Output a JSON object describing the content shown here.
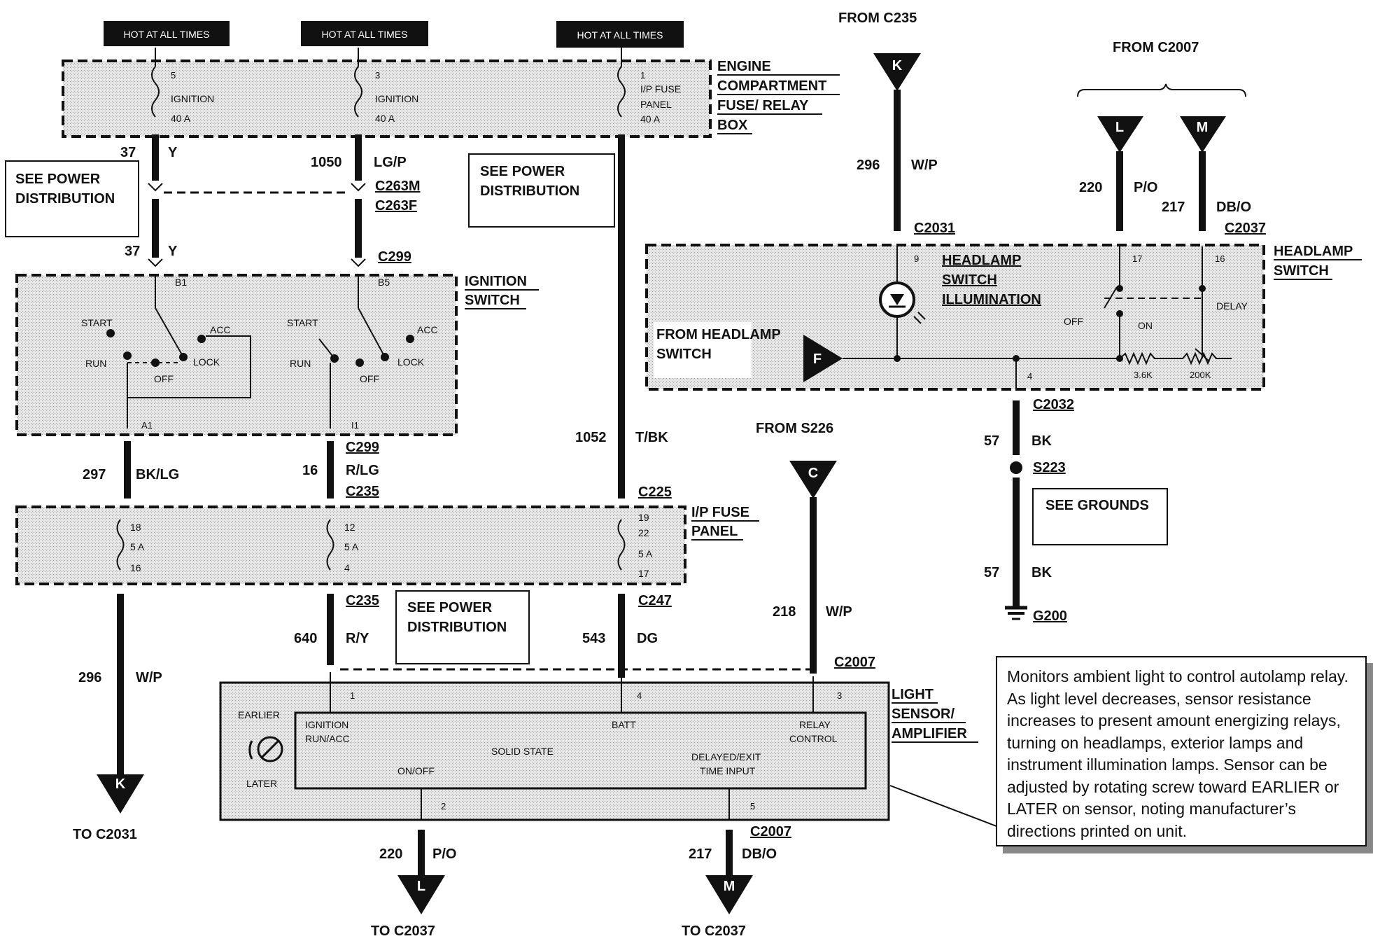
{
  "hot": [
    "HOT AT ALL TIMES",
    "HOT AT ALL TIMES",
    "HOT AT ALL TIMES"
  ],
  "from": {
    "c235": "FROM C235",
    "c2007": "FROM C2007",
    "s226": "FROM S226"
  },
  "fuse_box": {
    "l1": "ENGINE",
    "l2": "COMPARTMENT",
    "l3": "FUSE/ RELAY",
    "l4": "BOX",
    "f1_num": "5",
    "f1_name": "IGNITION",
    "f1_amp": "40 A",
    "f2_num": "3",
    "f2_name": "IGNITION",
    "f2_amp": "40 A",
    "f3_num": "1",
    "f3_name1": "I/P FUSE",
    "f3_name2": "PANEL",
    "f3_amp": "40 A"
  },
  "see_power": [
    "SEE POWER",
    "DISTRIBUTION"
  ],
  "see_grounds": "SEE GROUNDS",
  "ignition": {
    "l1": "IGNITION",
    "l2": "SWITCH",
    "start": "START",
    "run": "RUN",
    "off": "OFF",
    "lock": "LOCK",
    "acc": "ACC",
    "b1": "B1",
    "b5": "B5",
    "a1": "A1",
    "i1": "I1"
  },
  "wires": {
    "w37": "37",
    "y": "Y",
    "w1050": "1050",
    "lgp": "LG/P",
    "w297": "297",
    "bklg": "BK/LG",
    "w16": "16",
    "rlg": "R/LG",
    "w1052": "1052",
    "tbk": "T/BK",
    "w296": "296",
    "wp": "W/P",
    "w640": "640",
    "ry": "R/Y",
    "w543": "543",
    "dg": "DG",
    "w218": "218",
    "w220": "220",
    "po": "P/O",
    "w217": "217",
    "dbo": "DB/O",
    "w57": "57",
    "bk": "BK"
  },
  "connectors": {
    "c263m": "C263M",
    "c263f": "C263F",
    "c299": "C299",
    "c235": "C235",
    "c225": "C225",
    "c247": "C247",
    "c2007": "C2007",
    "c2031": "C2031",
    "c2037": "C2037",
    "c2032": "C2032",
    "s223": "S223",
    "g200": "G200"
  },
  "ip_fuse": {
    "l1": "I/P FUSE",
    "l2": "PANEL",
    "p18": "18",
    "p16": "16",
    "p12": "12",
    "p4": "4",
    "p19": "19",
    "p22": "22",
    "p17": "17",
    "amp": "5 A"
  },
  "headlamp": {
    "l1": "HEADLAMP",
    "l2": "SWITCH",
    "illum1": "HEADLAMP",
    "illum2": "SWITCH",
    "illum3": "ILLUMINATION",
    "from1": "FROM HEADLAMP",
    "from2": "SWITCH",
    "off": "OFF",
    "on": "ON",
    "delay": "DELAY",
    "p9": "9",
    "p17": "17",
    "p16": "16",
    "p4": "4",
    "r1": "3.6K",
    "r2": "200K"
  },
  "sensor": {
    "l1": "LIGHT",
    "l2": "SENSOR/",
    "l3": "AMPLIFIER",
    "earlier": "EARLIER",
    "later": "LATER",
    "ign1": "IGNITION",
    "ign2": "RUN/ACC",
    "batt": "BATT",
    "relay1": "RELAY",
    "relay2": "CONTROL",
    "solid": "SOLID  STATE",
    "onoff": "ON/OFF",
    "delayed1": "DELAYED/EXIT",
    "delayed2": "TIME INPUT",
    "p1": "1",
    "p4": "4",
    "p3": "3",
    "p2": "2",
    "p5": "5"
  },
  "terminals": {
    "k": "K",
    "l": "L",
    "m": "M",
    "c": "C",
    "f": "F"
  },
  "to": {
    "c2031": "TO C2031",
    "c2037": "TO C2037"
  },
  "note": "Monitors ambient light to control autolamp relay.  As light level decreases, sensor resistance increases to present amount energizing relays, turning on headlamps, exterior lamps and instrument illumination lamps.  Sensor can be adjusted by rotating screw toward EARLIER or LATER on sensor, noting manufacturer’s directions printed on unit."
}
